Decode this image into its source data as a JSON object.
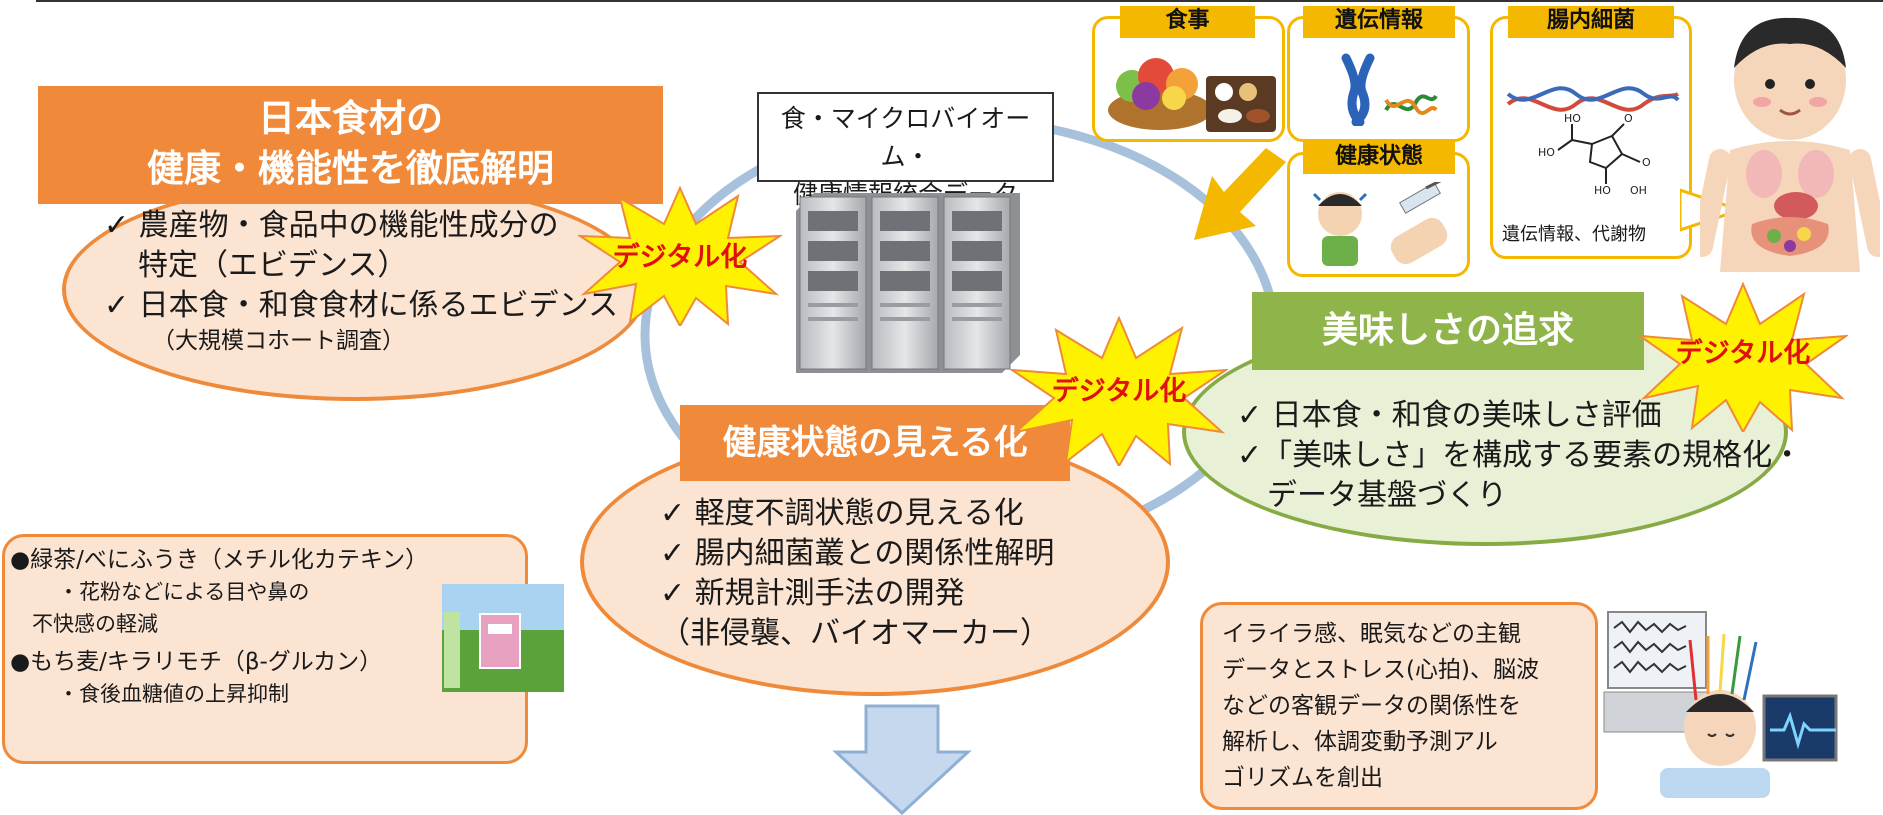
{
  "center": {
    "data_label_line1": "食・マイクロバイオーム・",
    "data_label_line2": "健康情報統合データ"
  },
  "food": {
    "title_line1": "日本食材の",
    "title_line2": "健康・機能性を徹底解明",
    "bullet1_line1": "✓ 農産物・食品中の機能性成分の",
    "bullet1_line2": "特定（エビデンス）",
    "bullet2": "✓ 日本食・和食食材に係るエビデンス",
    "bullet2_sub": "（大規模コホート調査）"
  },
  "taste": {
    "title": "美味しさの追求",
    "bullet1": "✓ 日本食・和食の美味しさ評価",
    "bullet2_line1": "✓「美味しさ」を構成する要素の規格化・",
    "bullet2_line2": "データ基盤づくり"
  },
  "health": {
    "title": "健康状態の見える化",
    "bullet1": "✓ 軽度不調状態の見える化",
    "bullet2": "✓ 腸内細菌叢との関係性解明",
    "bullet3": "✓ 新規計測手法の開発",
    "bullet3_sub": "（非侵襲、バイオマーカー）"
  },
  "digital_label": "デジタル化",
  "categories": {
    "meal": "食事",
    "genetic": "遺伝情報",
    "gut": "腸内細菌",
    "health_state": "健康状態",
    "gut_caption": "遺伝情報、代謝物"
  },
  "molecule_labels": {
    "ho_top": "HO",
    "ho_left": "HO",
    "o1": "O",
    "o2": "O",
    "ho_b1": "HO",
    "oh_b2": "OH"
  },
  "examples": {
    "item1": "●緑茶/べにふうき（メチル化カテキン）",
    "item1_sub1": "・花粉などによる目や鼻の",
    "item1_sub2": "不快感の軽減",
    "item2": "●もち麦/キラリモチ（β-グルカン）",
    "item2_sub": "・食後血糖値の上昇抑制"
  },
  "analysis": {
    "line1": "イライラ感、眠気などの主観",
    "line2": "データとストレス(心拍)、脳波",
    "line3": "などの客観データの関係性を",
    "line4": "解析し、体調変動予測アル",
    "line5": "ゴリズムを創出"
  },
  "colors": {
    "orange": "#f08a3a",
    "green": "#8fb54a",
    "yellow": "#f5b800",
    "burst": "#fff200",
    "cycle": "#a7c0dc",
    "digital_text": "#e01010"
  }
}
